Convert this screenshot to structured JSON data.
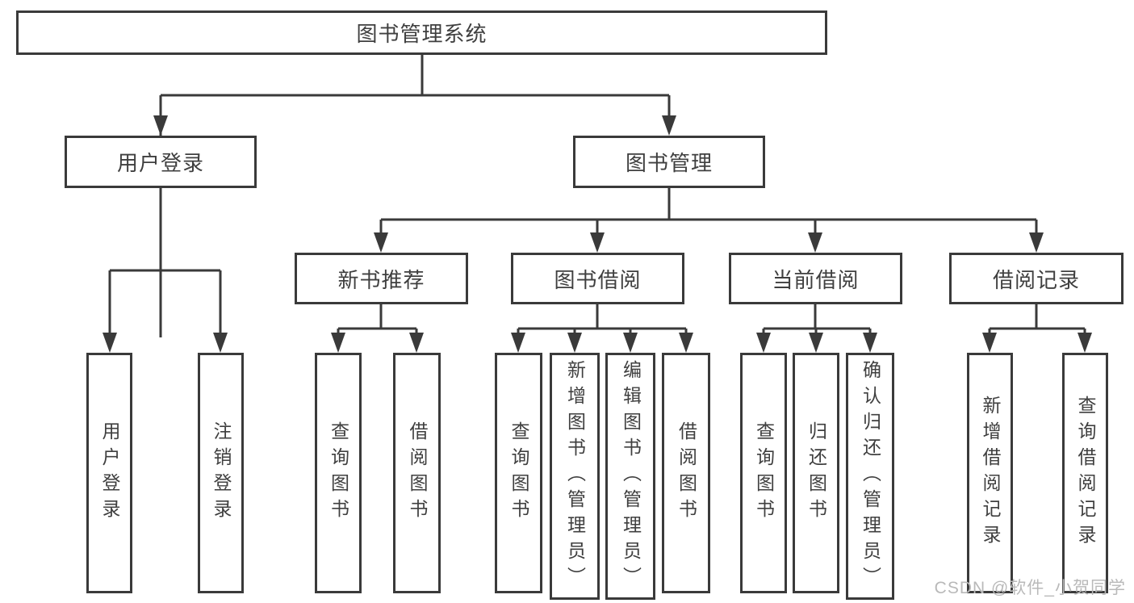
{
  "diagram": {
    "root": {
      "label": "图书管理系统"
    },
    "branches": [
      {
        "label": "用户登录",
        "children": [
          {
            "label": "用户登录"
          },
          {
            "label": "注销登录"
          }
        ]
      },
      {
        "label": "图书管理",
        "children": [
          {
            "label": "新书推荐",
            "children": [
              {
                "label": "查询图书"
              },
              {
                "label": "借阅图书"
              }
            ]
          },
          {
            "label": "图书借阅",
            "children": [
              {
                "label": "查询图书"
              },
              {
                "label": "新增图书（管理员）"
              },
              {
                "label": "编辑图书（管理员）"
              },
              {
                "label": "借阅图书"
              }
            ]
          },
          {
            "label": "当前借阅",
            "children": [
              {
                "label": "查询图书"
              },
              {
                "label": "归还图书"
              },
              {
                "label": "确认归还（管理员）"
              }
            ]
          },
          {
            "label": "借阅记录",
            "children": [
              {
                "label": "新增借阅记录"
              },
              {
                "label": "查询借阅记录"
              }
            ]
          }
        ]
      }
    ]
  },
  "watermark": {
    "text": "CSDN @软件_小贺同学"
  },
  "colors": {
    "line": "#3a3a3a",
    "text": "#3f3f3f",
    "background": "#ffffff",
    "watermark": "#b9b9b9"
  }
}
